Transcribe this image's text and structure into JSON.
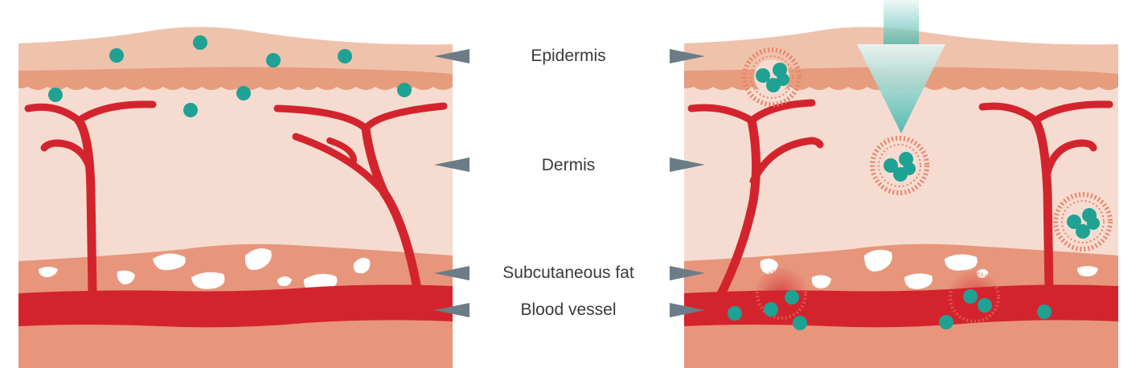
{
  "labels": {
    "epidermis": "Epidermis",
    "dermis": "Dermis",
    "subcutaneous_fat": "Subcutaneous fat",
    "blood_vessel": "Blood vessel"
  },
  "colors": {
    "epidermis": "#efc2ac",
    "epidermis_base": "#e79c7e",
    "dermis": "#f6dcd0",
    "fat": "#e7967b",
    "fat_cells": "#ffffff",
    "blood_vessel": "#d3242e",
    "particle": "#1fa194",
    "liposome": "#e8836b",
    "arrow": "#6b7c86",
    "light_arrow": "#8fd0c8"
  },
  "icons": {
    "pointer": "triangle-pointer-icon",
    "particle": "particle-dot-icon",
    "liposome": "liposome-icon",
    "penetration_arrow": "down-arrow-icon"
  }
}
